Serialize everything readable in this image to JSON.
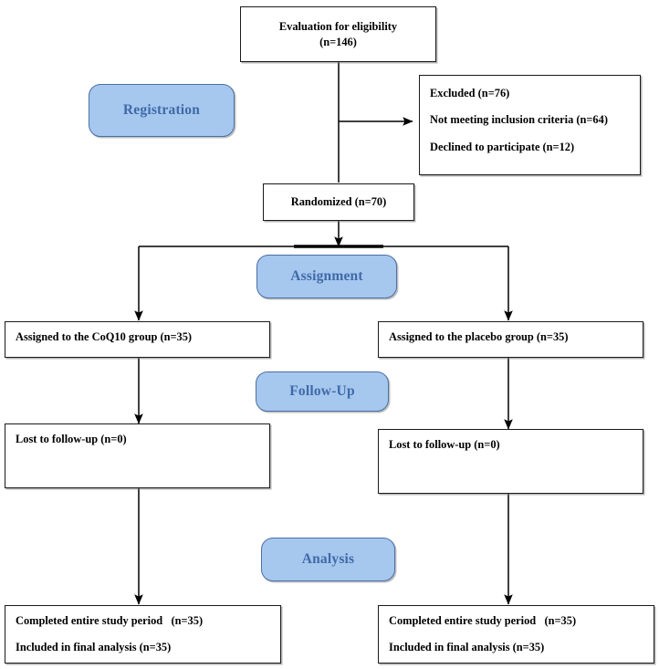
{
  "diagram": {
    "type": "consort-flow-diagram",
    "title": "CONSORT participant flow diagram",
    "colors": {
      "stage_fill": "#a6c7ee",
      "stage_border": "#4a6fa5",
      "stage_text": "#3f6aa8",
      "box_border": "#1a1a1a",
      "box_fill": "#ffffff",
      "text": "#000000",
      "arrow": "#000000"
    }
  },
  "stages": [
    {
      "id": "registration",
      "label": "Registration"
    },
    {
      "id": "assignment",
      "label": "Assignment"
    },
    {
      "id": "followup",
      "label": "Follow-Up"
    },
    {
      "id": "analysis",
      "label": "Analysis"
    }
  ],
  "nodes": {
    "eligibility": {
      "lines": [
        "Evaluation for eligibility",
        "(n=146)"
      ]
    },
    "excluded": {
      "lines": [
        "Excluded (n=76)",
        "Not meeting inclusion criteria (n=64)",
        "Declined to participate (n=12)"
      ]
    },
    "randomized": {
      "lines": [
        "Randomized (n=70)"
      ]
    },
    "assigned_left": {
      "lines": [
        "Assigned to the CoQ10 group (n=35)"
      ]
    },
    "assigned_right": {
      "lines": [
        "Assigned to the placebo group (n=35)"
      ]
    },
    "lost_left": {
      "lines": [
        "Lost to follow-up (n=0)"
      ]
    },
    "lost_right": {
      "lines": [
        "Lost to follow-up (n=0)"
      ]
    },
    "analysis_left": {
      "lines": [
        "Completed entire study period   (n=35)",
        "Included in final analysis (n=35)"
      ]
    },
    "analysis_right": {
      "lines": [
        "Completed entire study period   (n=35)",
        "Included in final analysis (n=35)"
      ]
    }
  }
}
